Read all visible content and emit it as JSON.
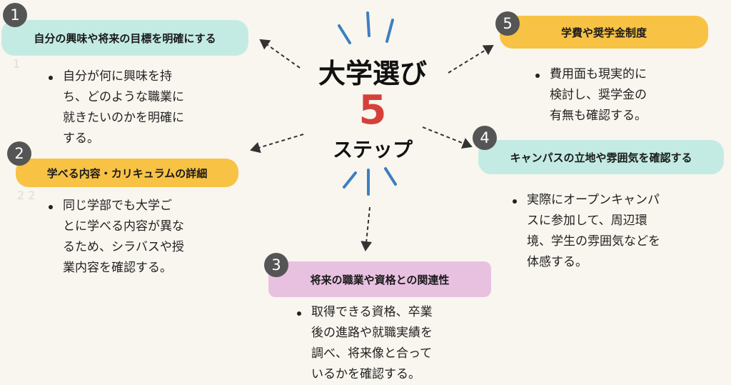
{
  "title": {
    "main": "大学選び",
    "number": "5",
    "sub": "ステップ"
  },
  "colors": {
    "teal": "#c3ebe3",
    "yellow": "#f8c244",
    "pink": "#e8c1e0",
    "red": "#d6403a",
    "spark": "#3d7fc0"
  },
  "steps": [
    {
      "number": "1",
      "label": "自分の興味や将来の目標を明確にする",
      "lines": [
        "自分が何に興味を持",
        "ち、どのような職業に",
        "就きたいのかを明確に",
        "する。"
      ]
    },
    {
      "number": "2",
      "label": "学べる内容・カリキュラムの詳細",
      "lines": [
        "同じ学部でも大学ご",
        "とに学べる内容が異な",
        "るため、シラバスや授",
        "業内容を確認する。"
      ]
    },
    {
      "number": "3",
      "label": "将来の職業や資格との関連性",
      "lines": [
        "取得できる資格、卒業",
        "後の進路や就職実績を",
        "調べ、将来像と合って",
        "いるかを確認する。"
      ]
    },
    {
      "number": "4",
      "label": "キャンパスの立地や雰囲気を確認する",
      "lines": [
        "実際にオープンキャンパ",
        "スに参加して、周辺環",
        "境、学生の雰囲気などを",
        "体感する。"
      ]
    },
    {
      "number": "5",
      "label": "学費や奨学金制度",
      "lines": [
        "費用面も現実的に",
        "検討し、奨学金の",
        "有無も確認する。"
      ]
    }
  ],
  "ghost_marks": {
    "one": "1",
    "two": "2 2"
  }
}
